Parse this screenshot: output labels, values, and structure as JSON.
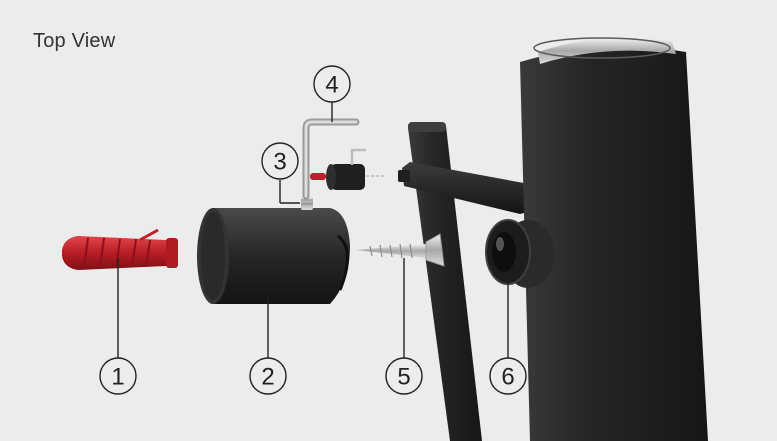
{
  "view_title": "Top View",
  "callouts": [
    {
      "id": "1",
      "part": "wall-anchor"
    },
    {
      "id": "2",
      "part": "wall-mount-bracket"
    },
    {
      "id": "3",
      "part": "set-screw"
    },
    {
      "id": "4",
      "part": "allen-key"
    },
    {
      "id": "5",
      "part": "wood-screw"
    },
    {
      "id": "6",
      "part": "bar-end-cap"
    }
  ],
  "colors": {
    "background": "#ececec",
    "metal_dark": "#1c1c1c",
    "anchor_red": "#c0202a",
    "chrome": "#c8c8c8",
    "line": "#222222"
  }
}
